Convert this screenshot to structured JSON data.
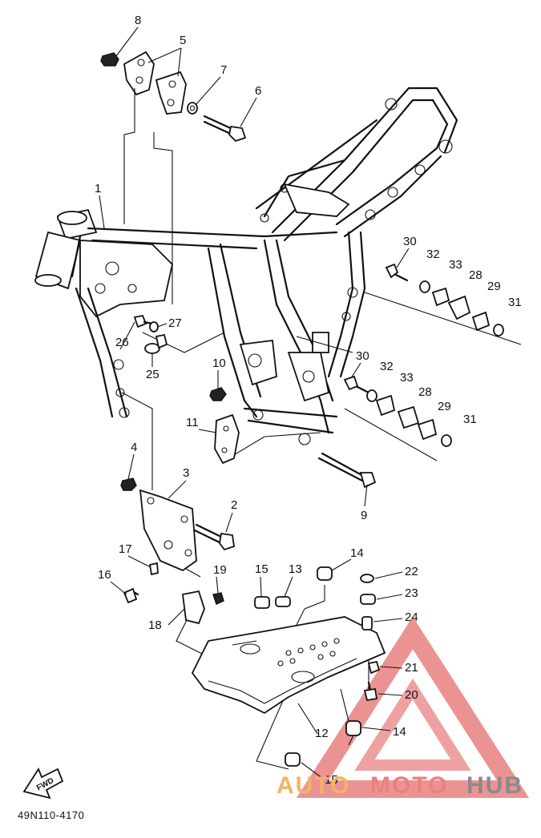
{
  "diagram": {
    "part_code": "49N110-4170",
    "fwd_label": "FWD",
    "callouts": [
      {
        "id": "c8",
        "text": "8"
      },
      {
        "id": "c5",
        "text": "5"
      },
      {
        "id": "c7",
        "text": "7"
      },
      {
        "id": "c6",
        "text": "6"
      },
      {
        "id": "c1",
        "text": "1"
      },
      {
        "id": "c30a",
        "text": "30"
      },
      {
        "id": "c32a",
        "text": "32"
      },
      {
        "id": "c33a",
        "text": "33"
      },
      {
        "id": "c28a",
        "text": "28"
      },
      {
        "id": "c29a",
        "text": "29"
      },
      {
        "id": "c31a",
        "text": "31"
      },
      {
        "id": "c26",
        "text": "26"
      },
      {
        "id": "c27",
        "text": "27"
      },
      {
        "id": "c25",
        "text": "25"
      },
      {
        "id": "c10",
        "text": "10"
      },
      {
        "id": "c30b",
        "text": "30"
      },
      {
        "id": "c32b",
        "text": "32"
      },
      {
        "id": "c33b",
        "text": "33"
      },
      {
        "id": "c28b",
        "text": "28"
      },
      {
        "id": "c29b",
        "text": "29"
      },
      {
        "id": "c31b",
        "text": "31"
      },
      {
        "id": "c11",
        "text": "11"
      },
      {
        "id": "c4",
        "text": "4"
      },
      {
        "id": "c3",
        "text": "3"
      },
      {
        "id": "c2",
        "text": "2"
      },
      {
        "id": "c9",
        "text": "9"
      },
      {
        "id": "c17",
        "text": "17"
      },
      {
        "id": "c16",
        "text": "16"
      },
      {
        "id": "c19",
        "text": "19"
      },
      {
        "id": "c18",
        "text": "18"
      },
      {
        "id": "c15a",
        "text": "15"
      },
      {
        "id": "c13",
        "text": "13"
      },
      {
        "id": "c14a",
        "text": "14"
      },
      {
        "id": "c22",
        "text": "22"
      },
      {
        "id": "c23",
        "text": "23"
      },
      {
        "id": "c24",
        "text": "24"
      },
      {
        "id": "c21",
        "text": "21"
      },
      {
        "id": "c20",
        "text": "20"
      },
      {
        "id": "c14b",
        "text": "14"
      },
      {
        "id": "c12",
        "text": "12"
      },
      {
        "id": "c15b",
        "text": "15"
      }
    ]
  },
  "watermark": {
    "word_a": "AUTO",
    "word_b": "MOTO",
    "word_c": "HUB",
    "colors": {
      "a": "#f2b366",
      "b": "#e8837a",
      "c": "#8a8a8a",
      "triangle": "#e05555"
    }
  }
}
